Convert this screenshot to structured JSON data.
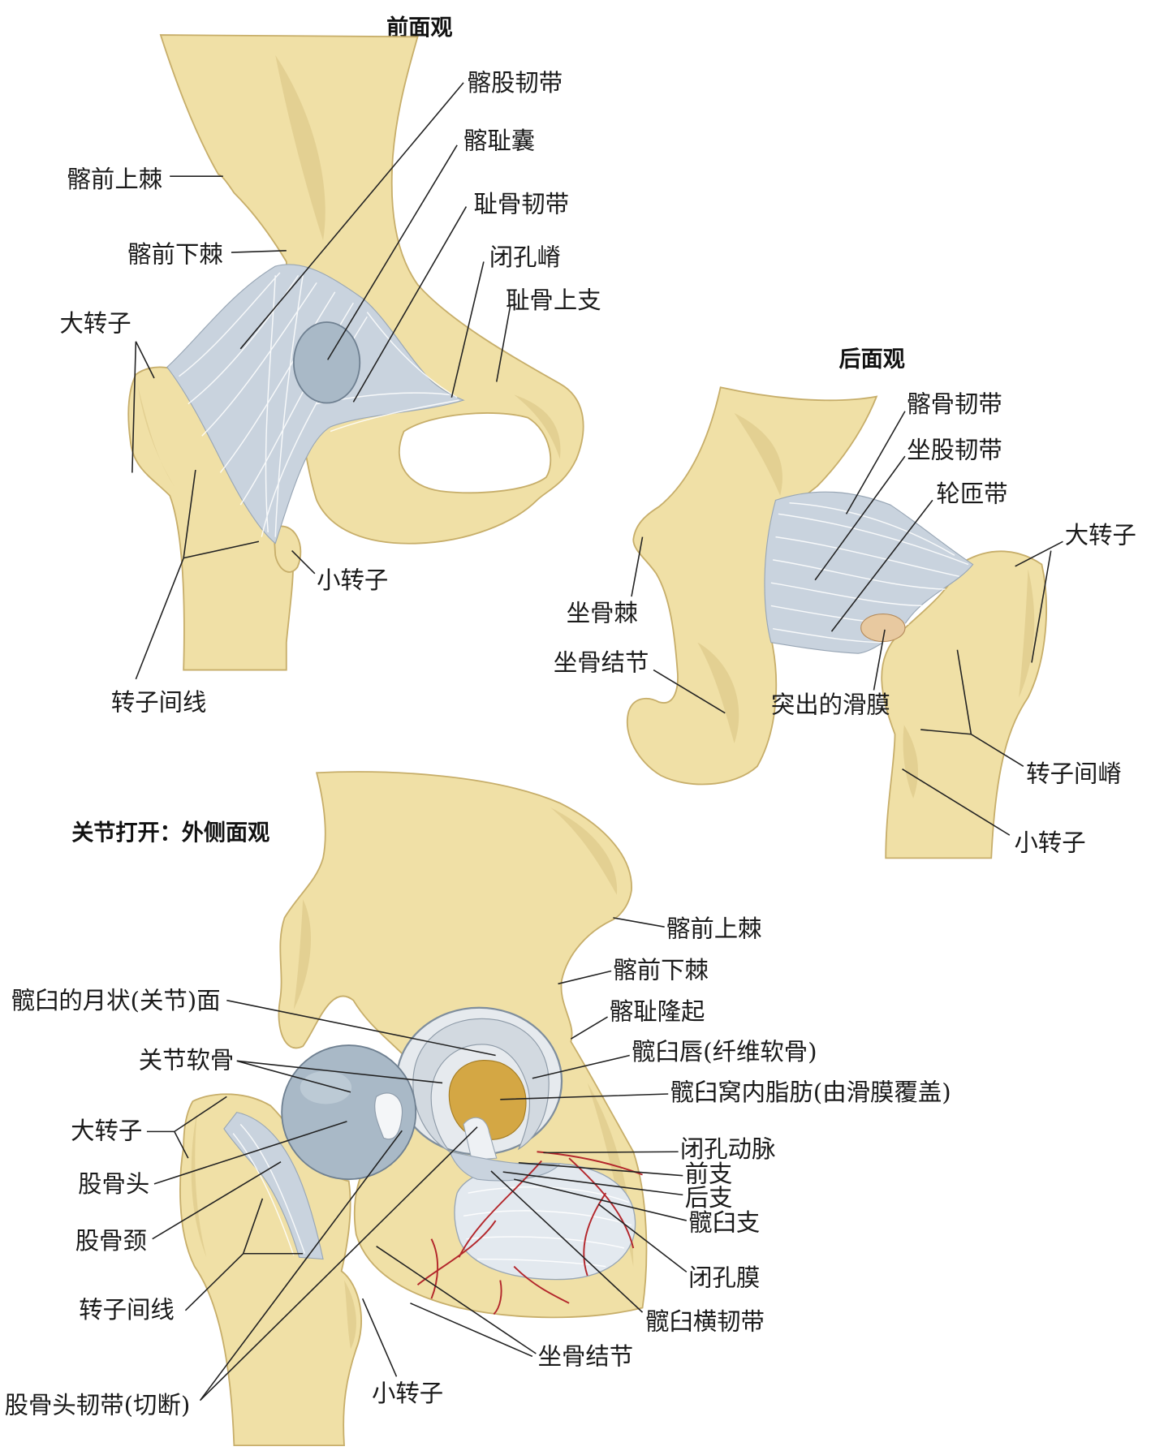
{
  "colors": {
    "bone": "#f0e0a6",
    "bone_edge": "#c7ae6a",
    "ligament": "#c9d3de",
    "ligament_fiber": "#ffffff",
    "cartilage": "#a9b9c7",
    "fat": "#d4a744",
    "artery": "#b3262b",
    "leader": "#222222"
  },
  "views": {
    "anterior": {
      "title": "前面观",
      "labels": [
        "髂股韧带",
        "髂耻囊",
        "耻骨韧带",
        "闭孔嵴",
        "耻骨上支",
        "髂前上棘",
        "髂前下棘",
        "大转子",
        "小转子",
        "转子间线"
      ]
    },
    "posterior": {
      "title": "后面观",
      "labels": [
        "髂骨韧带",
        "坐股韧带",
        "轮匝带",
        "大转子",
        "坐骨棘",
        "坐骨结节",
        "突出的滑膜",
        "转子间嵴",
        "小转子"
      ]
    },
    "lateral_open": {
      "title": "关节打开：外侧面观",
      "labels": [
        "髂前上棘",
        "髂前下棘",
        "髂耻隆起",
        "髋臼唇(纤维软骨)",
        "髋臼窝内脂肪(由滑膜覆盖)",
        "闭孔动脉",
        "前支",
        "后支",
        "髋臼支",
        "闭孔膜",
        "髋臼横韧带",
        "坐骨结节",
        "小转子",
        "髋臼的月状(关节)面",
        "关节软骨",
        "大转子",
        "股骨头",
        "股骨颈",
        "转子间线",
        "股骨头韧带(切断)"
      ]
    }
  }
}
